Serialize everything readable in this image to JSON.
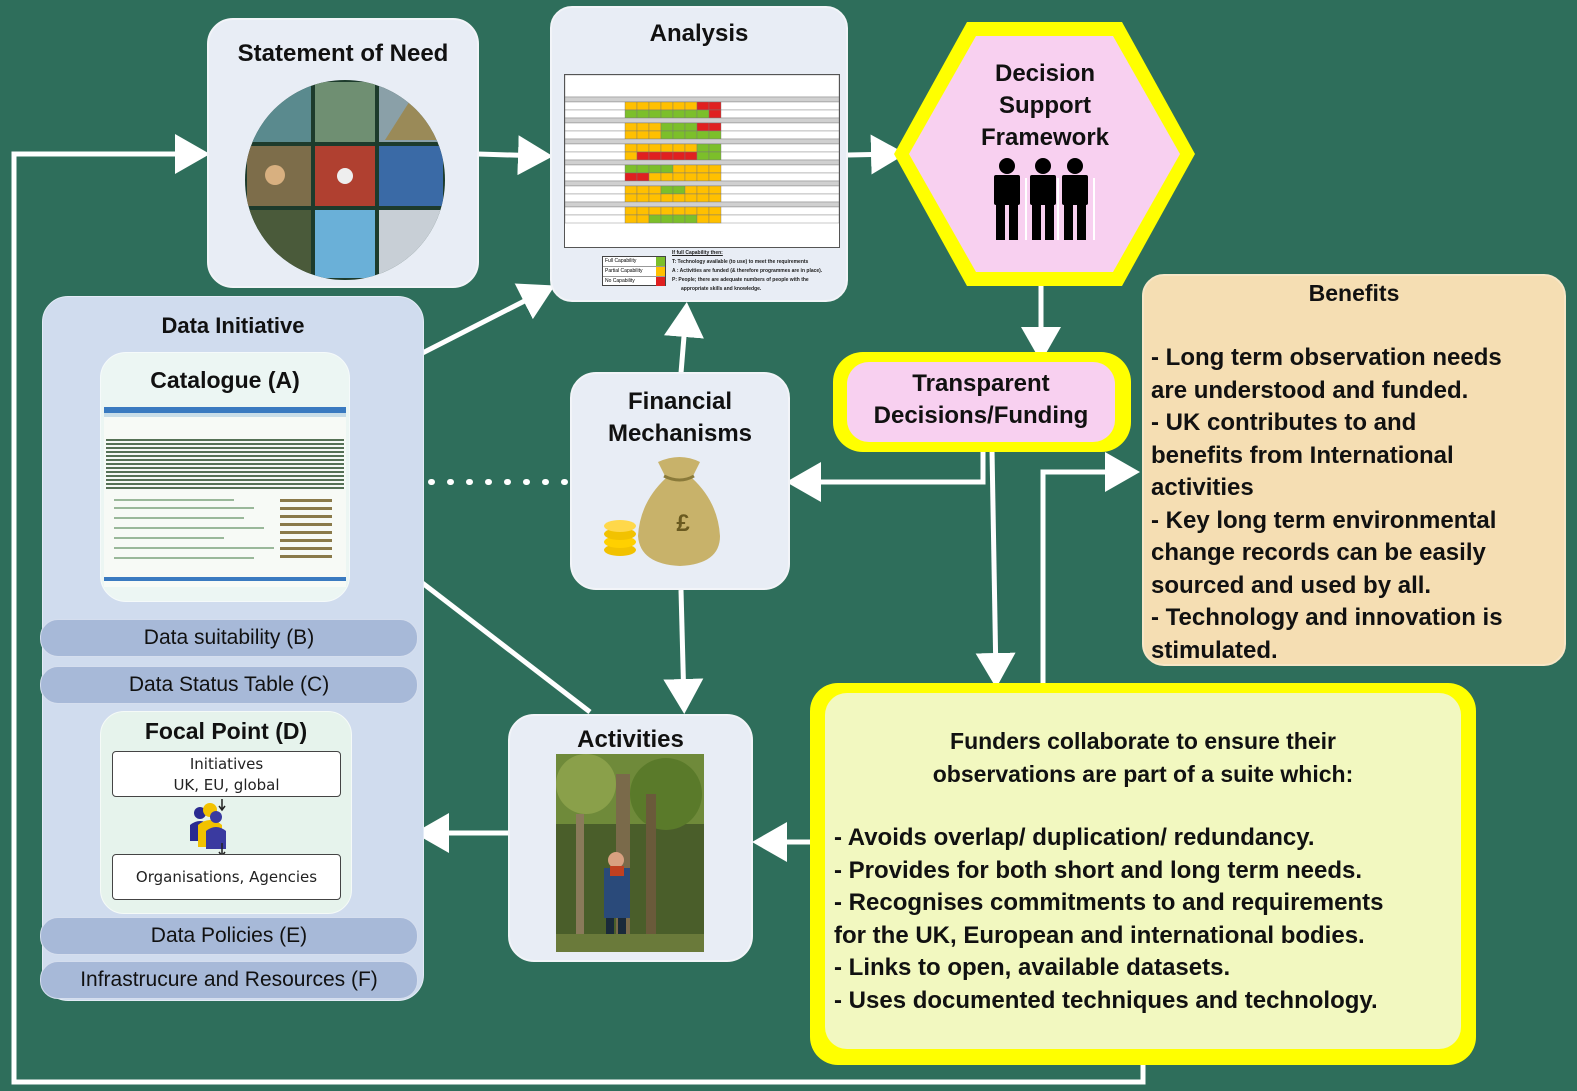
{
  "statement": {
    "title": "Statement of Need"
  },
  "analysis": {
    "title": "Analysis",
    "legend": [
      "Full Capability",
      "Partial Capability",
      "No Capability"
    ],
    "notes_title": "If full Capability then:",
    "notes": [
      "T:  Technology available (to use) to meet the requirements",
      "A :   Activities are funded (& therefore programmes are in place).",
      "P:  People; there are adequate numbers of people with the",
      "appropriate skills and knowledge."
    ]
  },
  "decision": {
    "line1": "Decision",
    "line2": "Support",
    "line3": "Framework"
  },
  "data_initiative": {
    "title": "Data Initiative",
    "catalogue_title": "Catalogue (A)",
    "suitability": "Data suitability (B)",
    "status_table": "Data Status Table (C)",
    "focal_title": "Focal Point (D)",
    "initiatives_line1": "Initiatives",
    "initiatives_line2": "UK, EU, global",
    "organisations": "Organisations, Agencies",
    "policies": "Data Policies (E)",
    "infrastructure": "Infrastrucure and Resources (F)"
  },
  "financial": {
    "line1": "Financial",
    "line2": "Mechanisms",
    "symbol": "£"
  },
  "transparent": {
    "line1": "Transparent",
    "line2": "Decisions/Funding"
  },
  "benefits": {
    "title": "Benefits",
    "lines": [
      "-  Long term observation needs",
      "are understood and funded.",
      "-  UK contributes to and",
      "benefits from International",
      "activities",
      "-  Key long term environmental",
      "change records can be easily",
      "sourced and used by all.",
      "-  Technology and innovation is",
      "stimulated."
    ]
  },
  "activities": {
    "title": "Activities"
  },
  "funders": {
    "heading1": "Funders collaborate to ensure their",
    "heading2": "observations are part of a suite which:",
    "lines": [
      "- Avoids overlap/ duplication/ redundancy.",
      "- Provides for both short and long term needs.",
      "- Recognises commitments to and requirements",
      "for the UK, European and international bodies.",
      "- Links to open, available datasets.",
      "- Uses documented techniques and technology."
    ]
  },
  "colors": {
    "background": "#2e6e5b",
    "box": "#e8edf5",
    "yellow": "#ffff00",
    "pink": "#f8d0f0",
    "benefits": "#f5deb3",
    "funders": "#f2f8c0",
    "green": "#7cbf2a",
    "amber": "#ffc000",
    "red": "#e02020"
  }
}
